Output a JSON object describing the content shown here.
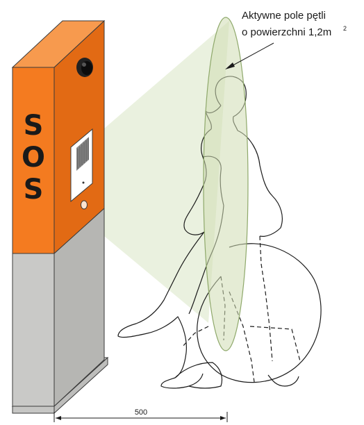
{
  "pillar": {
    "label_letters": [
      "S",
      "O",
      "S"
    ],
    "colors": {
      "orange_front": "#f47b20",
      "orange_side": "#e26a14",
      "orange_top": "#f79a4e",
      "grey_front": "#c9c9c7",
      "grey_side": "#b6b6b3",
      "base": "#d6d6d4",
      "outline": "#3a3a3a"
    }
  },
  "field": {
    "colors": {
      "cone": "#e8efdc",
      "ellipse_fill": "#cfdcb3",
      "ellipse_stroke": "#8ea86a"
    }
  },
  "annotation": {
    "line1": "Aktywne pole pętli",
    "line2": "o powierzchni 1,2m",
    "superscript": "2"
  },
  "dimension": {
    "value": "500"
  },
  "figure": {
    "description_icon": "wheelchair-user-icon"
  }
}
